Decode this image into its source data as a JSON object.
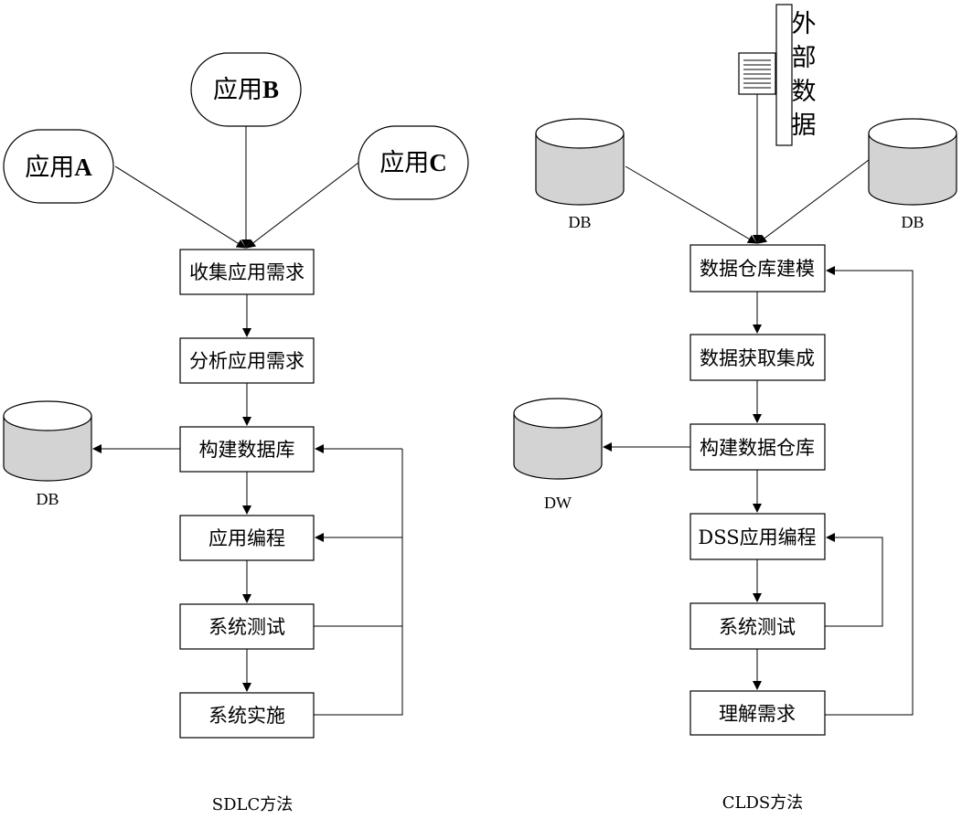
{
  "colors": {
    "stroke": "#000000",
    "cylinder_body": "#d3d3d3",
    "cylinder_top": "#ffffff",
    "background": "#ffffff"
  },
  "sdlc": {
    "apps": [
      {
        "word": "应用",
        "letter": "A"
      },
      {
        "word": "应用",
        "letter": "B"
      },
      {
        "word": "应用",
        "letter": "C"
      }
    ],
    "steps": [
      "收集应用需求",
      "分析应用需求",
      "构建数据库",
      "应用编程",
      "系统测试",
      "系统实施"
    ],
    "db_label": "DB",
    "caption": "SDLC方法"
  },
  "clds": {
    "external_data": [
      "外",
      "部",
      "数",
      "据"
    ],
    "db_left_label": "DB",
    "db_right_label": "DB",
    "steps": [
      "数据仓库建模",
      "数据获取集成",
      "构建数据仓库",
      "DSS应用编程",
      "系统测试",
      "理解需求"
    ],
    "dw_label": "DW",
    "caption": "CLDS方法"
  },
  "icons": [
    "cylinder-icon",
    "document-icon",
    "arrowhead-icon"
  ]
}
